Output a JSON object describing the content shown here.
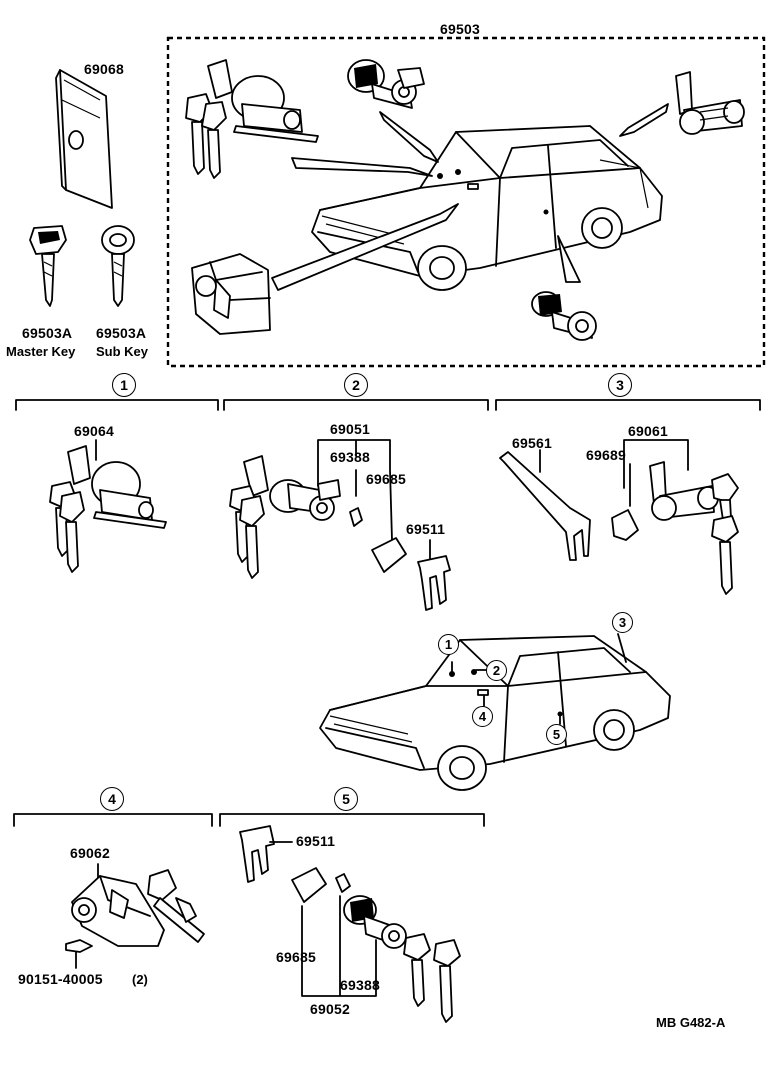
{
  "parts": {
    "assembly": "69503",
    "key_plate": "69068",
    "master_key_no": "69503A",
    "sub_key_no": "69503A",
    "master_key_caption": "Master Key",
    "sub_key_caption": "Sub Key",
    "g1_cylinder": "69064",
    "g2_set": "69051",
    "g2_clip": "69388",
    "g2_pad": "69685",
    "g2_retainer": "69511",
    "g3_rod": "69561",
    "g3_set": "69061",
    "g3_pad": "69689",
    "g4_cylinder": "69062",
    "g4_bolt": "90151-40005",
    "g4_bolt_qty": "(2)",
    "g5_retainer": "69511",
    "g5_pad": "69685",
    "g5_clip": "69388",
    "g5_set": "69052",
    "figure_code": "MB G482-A"
  },
  "markers": {
    "m1": "1",
    "m2": "2",
    "m3": "3",
    "m4": "4",
    "m5": "5"
  }
}
